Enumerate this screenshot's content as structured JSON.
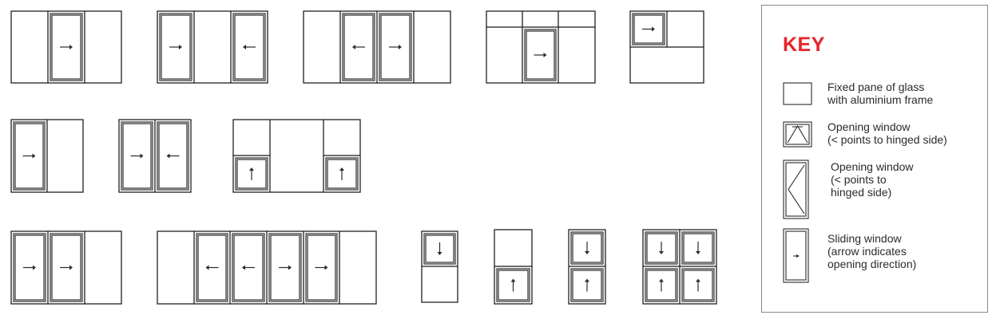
{
  "key": {
    "title": "KEY",
    "accent_color": "#e8252b",
    "items": [
      {
        "icon": "fixed-pane-icon",
        "label": "Fixed pane of glass\nwith aluminium frame"
      },
      {
        "icon": "top-hung-window-icon",
        "label": "Opening window\n(< points to hinged side)"
      },
      {
        "icon": "side-hung-window-icon",
        "label": "Opening window\n(< points to\nhinged side)"
      },
      {
        "icon": "sliding-window-icon",
        "label": "Sliding window\n(arrow indicates\nopening direction)"
      }
    ]
  },
  "window_configurations": [
    {
      "row": 1,
      "panes": [
        "fixed",
        "slide-right",
        "fixed"
      ]
    },
    {
      "row": 1,
      "panes": [
        "slide-right",
        "fixed",
        "slide-left"
      ]
    },
    {
      "row": 1,
      "panes": [
        "fixed",
        "slide-left",
        "slide-right",
        "fixed"
      ]
    },
    {
      "row": 1,
      "panes": [
        "fixed-transom",
        "fixed-transom",
        "fixed-transom",
        "fixed",
        "slide-right",
        "fixed"
      ]
    },
    {
      "row": 1,
      "panes": [
        "slide-right",
        "fixed",
        "fixed"
      ]
    },
    {
      "row": 2,
      "panes": [
        "slide-right",
        "fixed"
      ]
    },
    {
      "row": 2,
      "panes": [
        "slide-right",
        "slide-left"
      ]
    },
    {
      "row": 2,
      "panes": [
        "fixed",
        "fixed",
        "fixed",
        "slide-up",
        "slide-up"
      ]
    },
    {
      "row": 3,
      "panes": [
        "slide-right",
        "slide-right",
        "fixed"
      ]
    },
    {
      "row": 3,
      "panes": [
        "fixed",
        "slide-left",
        "slide-left",
        "slide-right",
        "slide-right",
        "fixed"
      ]
    },
    {
      "row": 3,
      "panes": [
        "slide-down",
        "fixed"
      ]
    },
    {
      "row": 3,
      "panes": [
        "fixed",
        "slide-up"
      ]
    },
    {
      "row": 3,
      "panes": [
        "slide-down",
        "slide-up"
      ]
    },
    {
      "row": 3,
      "panes": [
        "slide-down",
        "slide-down",
        "slide-up",
        "slide-up"
      ]
    }
  ]
}
